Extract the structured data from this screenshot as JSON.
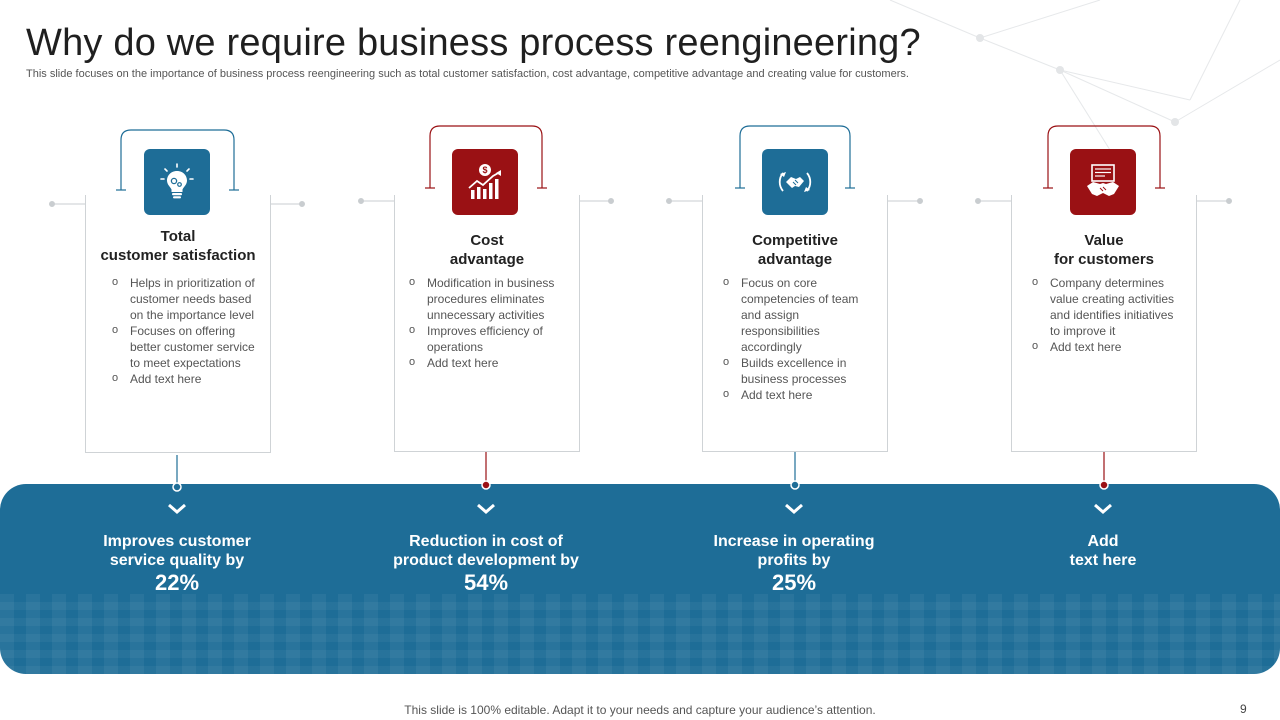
{
  "title": "Why do we require business process reengineering?",
  "subtitle": "This slide focuses on the importance of business process reengineering such as total customer satisfaction, cost advantage, competitive advantage and creating value for customers.",
  "colors": {
    "blue": "#1e6d97",
    "red": "#9a1114",
    "card_border": "#cfd3d6"
  },
  "cards": [
    {
      "title_lines": [
        "Total",
        "customer satisfaction"
      ],
      "icon": "lightbulb-icon",
      "accent": "blue",
      "bullets": [
        "Helps in prioritization of customer needs based on the importance level",
        "Focuses on offering better customer service to meet expectations",
        "Add text here"
      ]
    },
    {
      "title_lines": [
        "Cost",
        "advantage"
      ],
      "icon": "growth-chart-icon",
      "accent": "red",
      "bullets": [
        "Modification in business procedures eliminates unnecessary activities",
        "Improves efficiency of operations",
        "Add text here"
      ]
    },
    {
      "title_lines": [
        "Competitive",
        "advantage"
      ],
      "icon": "handshake-cycle-icon",
      "accent": "blue",
      "bullets": [
        "Focus on core competencies of team and assign responsibilities accordingly",
        "Builds excellence in business processes",
        "Add text here"
      ]
    },
    {
      "title_lines": [
        "Value",
        "for customers"
      ],
      "icon": "handshake-deal-icon",
      "accent": "red",
      "bullets": [
        "Company determines value creating activities and identifies initiatives to improve it",
        "Add text here"
      ]
    }
  ],
  "outcomes": [
    {
      "lines": [
        "Improves customer",
        "service quality by"
      ],
      "value": "22%"
    },
    {
      "lines": [
        "Reduction in cost of",
        "product development by"
      ],
      "value": "54%"
    },
    {
      "lines": [
        "Increase in operating",
        "profits by"
      ],
      "value": "25%"
    },
    {
      "lines": [
        "Add",
        "text here"
      ],
      "value": ""
    }
  ],
  "footer": "This slide is 100% editable. Adapt it to your needs and capture your audience’s attention.",
  "page_number": "9"
}
